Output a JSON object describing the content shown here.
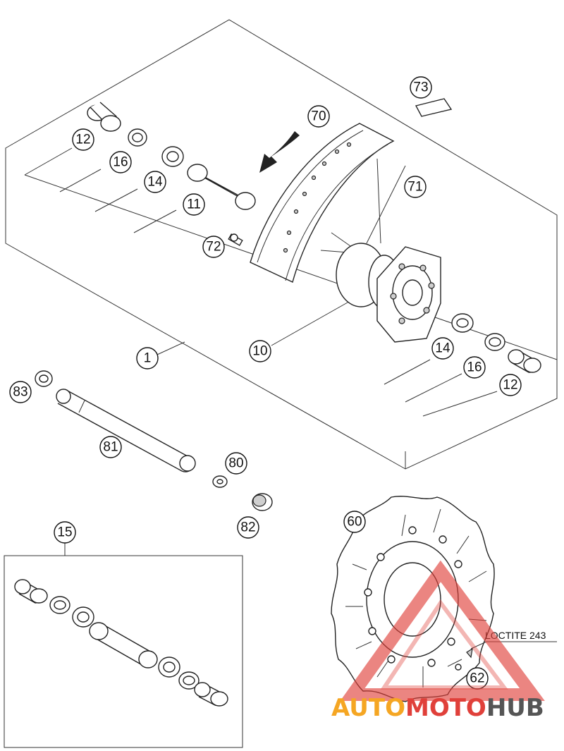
{
  "callouts": {
    "c1": "1",
    "c10": "10",
    "c11": "11",
    "c12a": "12",
    "c12b": "12",
    "c14a": "14",
    "c14b": "14",
    "c15": "15",
    "c16a": "16",
    "c16b": "16",
    "c60": "60",
    "c62": "62",
    "c70": "70",
    "c71": "71",
    "c72": "72",
    "c73": "73",
    "c80": "80",
    "c81": "81",
    "c82": "82",
    "c83": "83"
  },
  "notes": {
    "loctite": "LOCTITE 243"
  },
  "watermark": {
    "part1": "AUTO",
    "part2": "MOTO",
    "part3": "HUB",
    "colors": {
      "orange": "#f5a623",
      "red": "#e0403a",
      "gray": "#555555"
    }
  }
}
